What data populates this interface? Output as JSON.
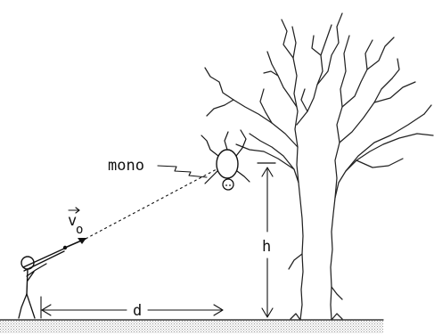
{
  "labels": {
    "monkey": "mono",
    "velocity": "v",
    "velocity_subscript": "o",
    "distance": "d",
    "height": "h"
  },
  "colors": {
    "ink": "#111111",
    "ground_dots": "#9a9a9a",
    "background": "#ffffff"
  },
  "icons": [
    "hunter-figure",
    "monkey-figure",
    "tree",
    "velocity-arrow"
  ]
}
